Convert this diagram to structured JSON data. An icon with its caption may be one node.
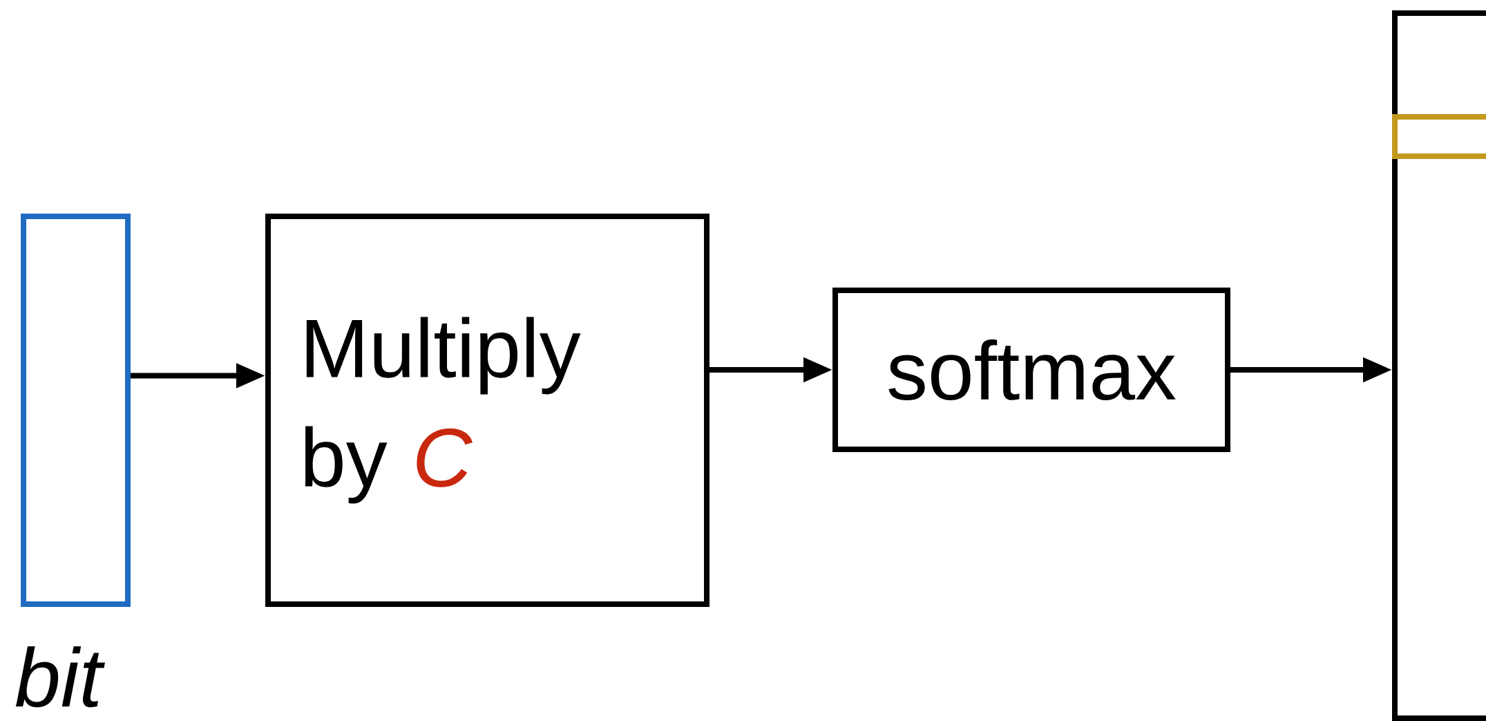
{
  "diagram": {
    "nodes": [
      {
        "text": [],
        "shape": "box",
        "beside": [
          "bit"
        ]
      },
      {
        "text": [
          "Multiply by *C*"
        ]
      },
      {
        "text": [
          "softmax"
        ]
      },
      {
        "text": [],
        "shape": "box"
      },
      {
        "text": [],
        "shape": "box",
        "in": 3
      }
    ],
    "edges": [
      {
        "from": 0,
        "to": 1,
        "arrow": "to"
      },
      {
        "from": 1,
        "to": 2,
        "arrow": "to"
      },
      {
        "from": 2,
        "to": 3,
        "arrow": "to"
      }
    ]
  }
}
